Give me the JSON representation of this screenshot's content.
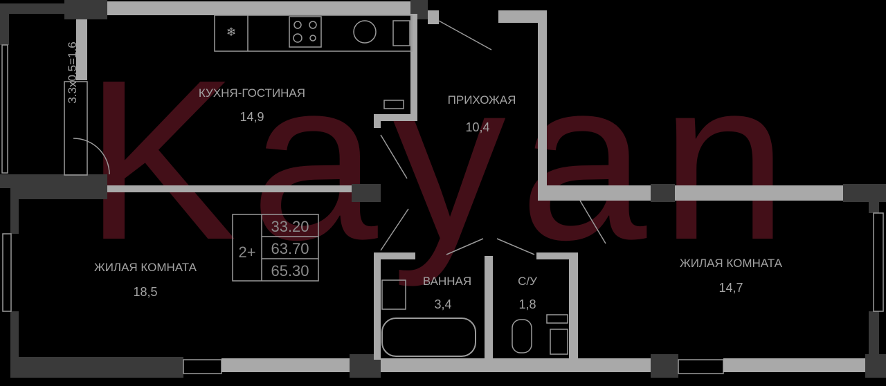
{
  "watermark": "Kayan",
  "balcony": {
    "dimensions": "3.3x0.5=1.6"
  },
  "rooms": [
    {
      "name": "КУХНЯ-ГОСТИНАЯ",
      "area": "14,9"
    },
    {
      "name": "ПРИХОЖАЯ",
      "area": "10,4"
    },
    {
      "name": "ЖИЛАЯ КОМНАТА",
      "area": "18,5"
    },
    {
      "name": "ВАННАЯ",
      "area": "3,4"
    },
    {
      "name": "С/У",
      "area": "1,8"
    },
    {
      "name": "ЖИЛАЯ КОМНАТА",
      "area": "14,7"
    }
  ],
  "summary": {
    "rooms": "2+",
    "living_area": "33.20",
    "total_area": "63.70",
    "total_with_balcony": "65.30"
  },
  "colors": {
    "wall": "#a9a9a9",
    "wall_dark": "#3a3a3a",
    "watermark": "#5a1420",
    "text": "#a3a3a3"
  }
}
